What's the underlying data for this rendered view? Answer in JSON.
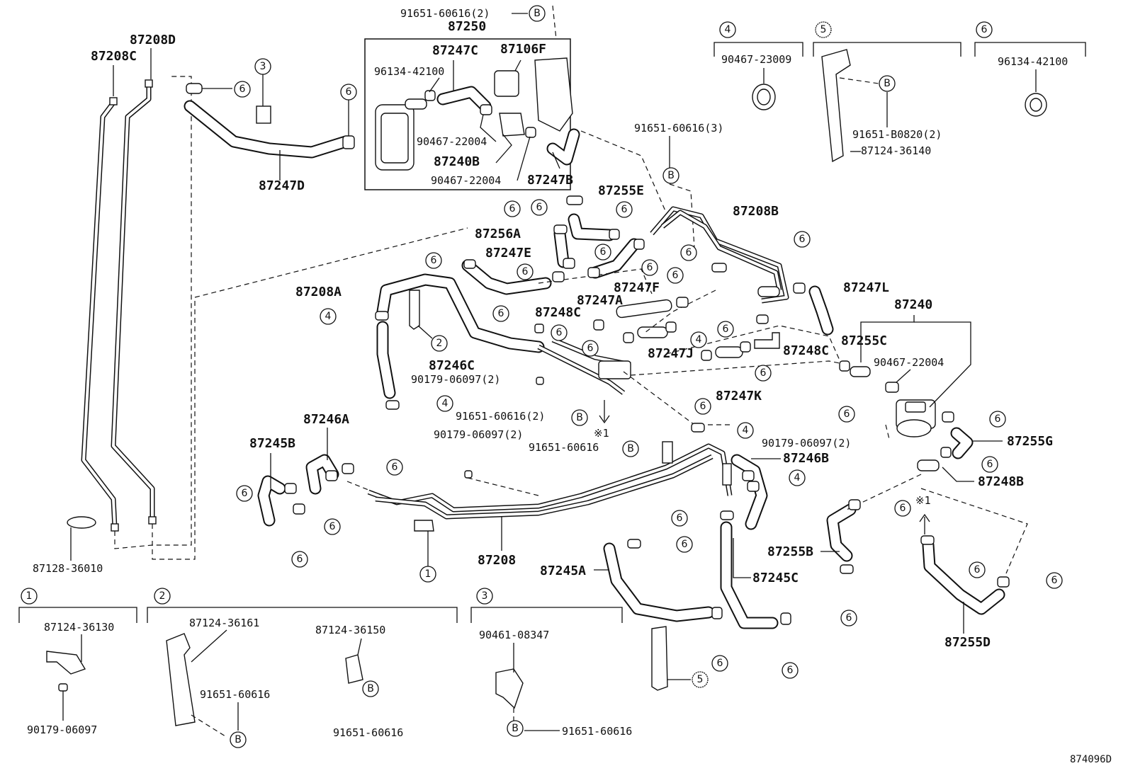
{
  "diagram_id": "874096D",
  "assembly": {
    "label": "87250",
    "sub_labels": {
      "p87247C": "87247C",
      "p87106F": "87106F",
      "p96134": "96134-42100",
      "p90467a": "90467-22004",
      "p87240B": "87240B",
      "p90467b": "90467-22004",
      "p87247B": "87247B"
    }
  },
  "labels": {
    "p91651_60616_2_top": "91651-60616(2)",
    "p87208D": "87208D",
    "p87208C": "87208C",
    "p87247D": "87247D",
    "p91651_60616_3": "91651-60616(3)",
    "p87255E": "87255E",
    "p87208B": "87208B",
    "p87256A": "87256A",
    "p87247E": "87247E",
    "p87247F": "87247F",
    "p87208A": "87208A",
    "p87247A": "87247A",
    "p87248C_a": "87248C",
    "p87247L": "87247L",
    "p87240": "87240",
    "p87255C": "87255C",
    "p87248C_b": "87248C",
    "p87247J": "87247J",
    "p90467_22004_r": "90467-22004",
    "p87246C": "87246C",
    "p90179_06097_2a": "90179-06097(2)",
    "p87247K": "87247K",
    "p91651_60616_2_mid": "91651-60616(2)",
    "p87246A": "87246A",
    "p87245B": "87245B",
    "p90179_06097_2b": "90179-06097(2)",
    "p91651_60616_mid": "91651-60616",
    "note_mark_a": "※1",
    "p90179_06097_2c": "90179-06097(2)",
    "p87255G": "87255G",
    "p87246B": "87246B",
    "p87248B": "87248B",
    "note_mark_b": "※1",
    "p87208": "87208",
    "p87128": "87128-36010",
    "p87255B": "87255B",
    "p87245A": "87245A",
    "p87245C": "87245C",
    "p87255D": "87255D"
  },
  "top_groups": {
    "g4": {
      "num": "4",
      "part": "90467-23009"
    },
    "g5": {
      "num": "5",
      "part_b": "91651-B0820(2)",
      "part": "87124-36140"
    },
    "g6": {
      "num": "6",
      "part": "96134-42100"
    }
  },
  "bottom_groups": {
    "g1": {
      "num": "1",
      "part_a": "87124-36130",
      "part_b": "90179-06097"
    },
    "g2": {
      "num": "2",
      "part_a": "87124-36161",
      "part_b": "91651-60616",
      "part_c": "87124-36150",
      "part_d": "91651-60616"
    },
    "g3": {
      "num": "3",
      "part_a": "90461-08347",
      "part_b": "91651-60616"
    }
  },
  "callout_B": "B"
}
